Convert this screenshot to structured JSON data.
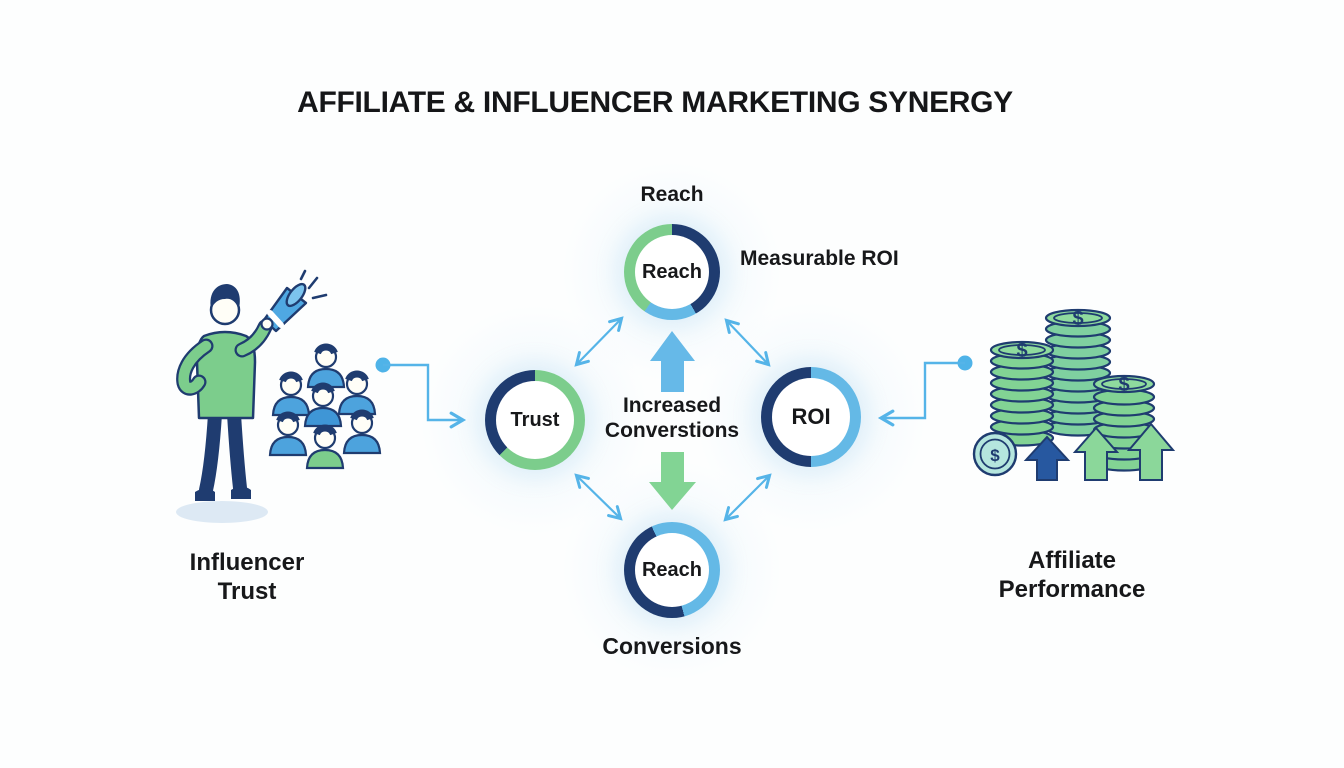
{
  "title": "AFFILIATE & INFLUENCER MARKETING SYNERGY",
  "nodes": {
    "top": {
      "label": "Reach",
      "caption_above": "Reach",
      "caption_right": "Measurable ROI"
    },
    "left": {
      "label": "Trust"
    },
    "right": {
      "label": "ROI"
    },
    "bottom": {
      "label": "Reach",
      "caption_below": "Conversions"
    }
  },
  "center_arrows_label": {
    "line1": "Increased",
    "line2": "Converstions"
  },
  "left_illustration": {
    "caption_line1": "Influencer",
    "caption_line2": "Trust",
    "icon": "influencer-with-megaphone-and-audience-icon"
  },
  "right_illustration": {
    "caption_line1": "Affiliate",
    "caption_line2": "Performance",
    "icon": "coin-stacks-growth-icon",
    "coin_symbol": "$"
  },
  "colors": {
    "navy": "#1f3c70",
    "green": "#7ccd8c",
    "light_blue": "#64b9e6",
    "arrow_blue": "#55b4e8",
    "text": "#17181a"
  }
}
